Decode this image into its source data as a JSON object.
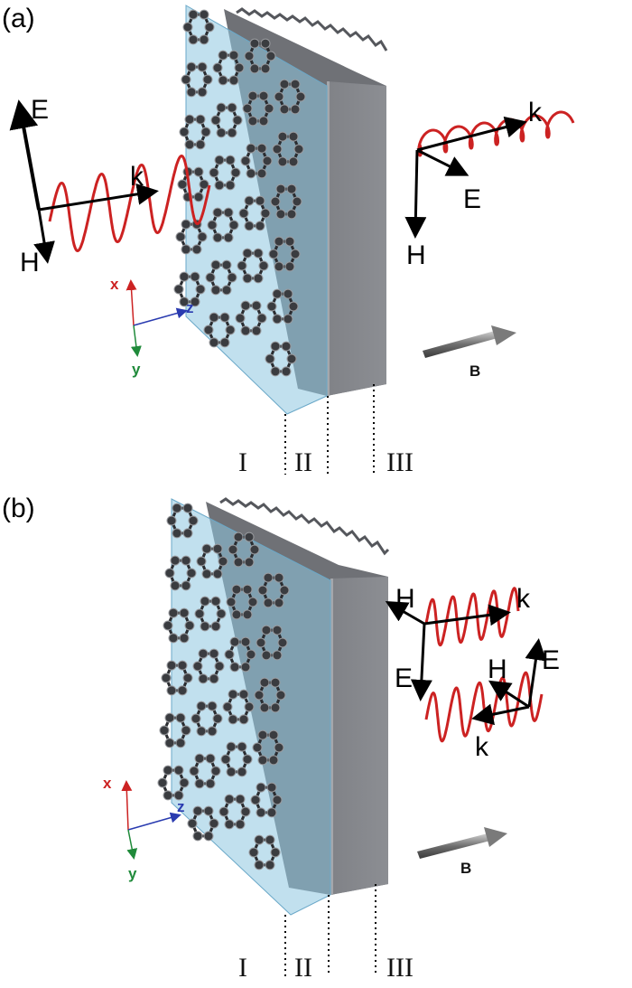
{
  "panels": [
    {
      "label": "(a)",
      "incident": {
        "E": "E",
        "H": "H",
        "k": "k"
      },
      "transmitted": {
        "k": "k",
        "E": "E",
        "H": "H"
      },
      "axes": {
        "x": "x",
        "y": "y",
        "z": "z"
      },
      "field": "B",
      "regions": [
        "I",
        "II",
        "III"
      ]
    },
    {
      "label": "(b)",
      "transmitted_upper": {
        "H": "H",
        "k": "k",
        "E": "E"
      },
      "transmitted_lower": {
        "H": "H",
        "E": "E",
        "k": "k"
      },
      "axes": {
        "x": "x",
        "y": "y",
        "z": "z"
      },
      "field": "B",
      "regions": [
        "I",
        "II",
        "III"
      ]
    }
  ],
  "colors": {
    "wave": "#cc2222",
    "substrate": "#7a7c80",
    "film": "#8ec7e0",
    "lattice": "#2a2c30",
    "axis_x": "#cc2222",
    "axis_y": "#1f8a3a",
    "axis_z": "#2a3bb0"
  }
}
